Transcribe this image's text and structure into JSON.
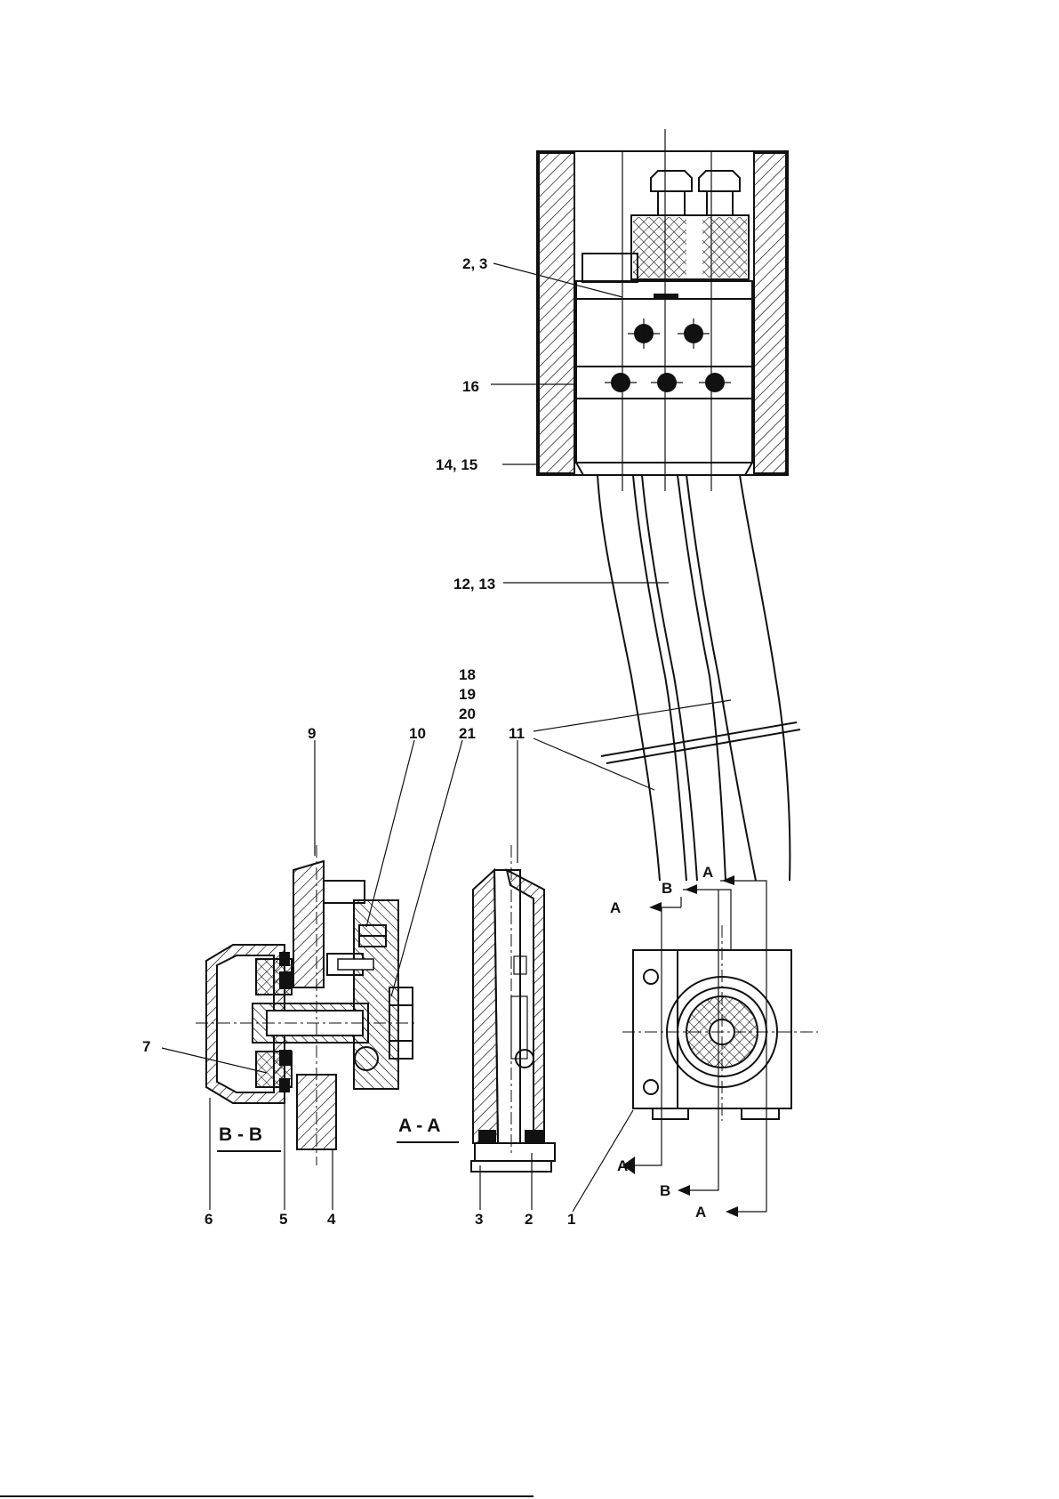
{
  "labels": {
    "l_2_3": "2, 3",
    "l_16": "16",
    "l_14_15": "14, 15",
    "l_12_13": "12, 13",
    "l_18": "18",
    "l_19": "19",
    "l_20": "20",
    "l_21": "21",
    "l_9": "9",
    "l_10": "10",
    "l_11": "11",
    "l_7": "7",
    "l_6": "6",
    "l_5": "5",
    "l_4": "4",
    "l_3": "3",
    "l_2": "2",
    "l_1": "1"
  },
  "sections": {
    "bb": "B - B",
    "aa": "A - A"
  },
  "arrows": {
    "a_top": "A",
    "b_top": "B",
    "a_left": "A",
    "a_bottom1": "A",
    "b_bottom": "B",
    "a_bottom2": "A"
  },
  "colors": {
    "ink": "#111111",
    "paper": "#ffffff"
  }
}
